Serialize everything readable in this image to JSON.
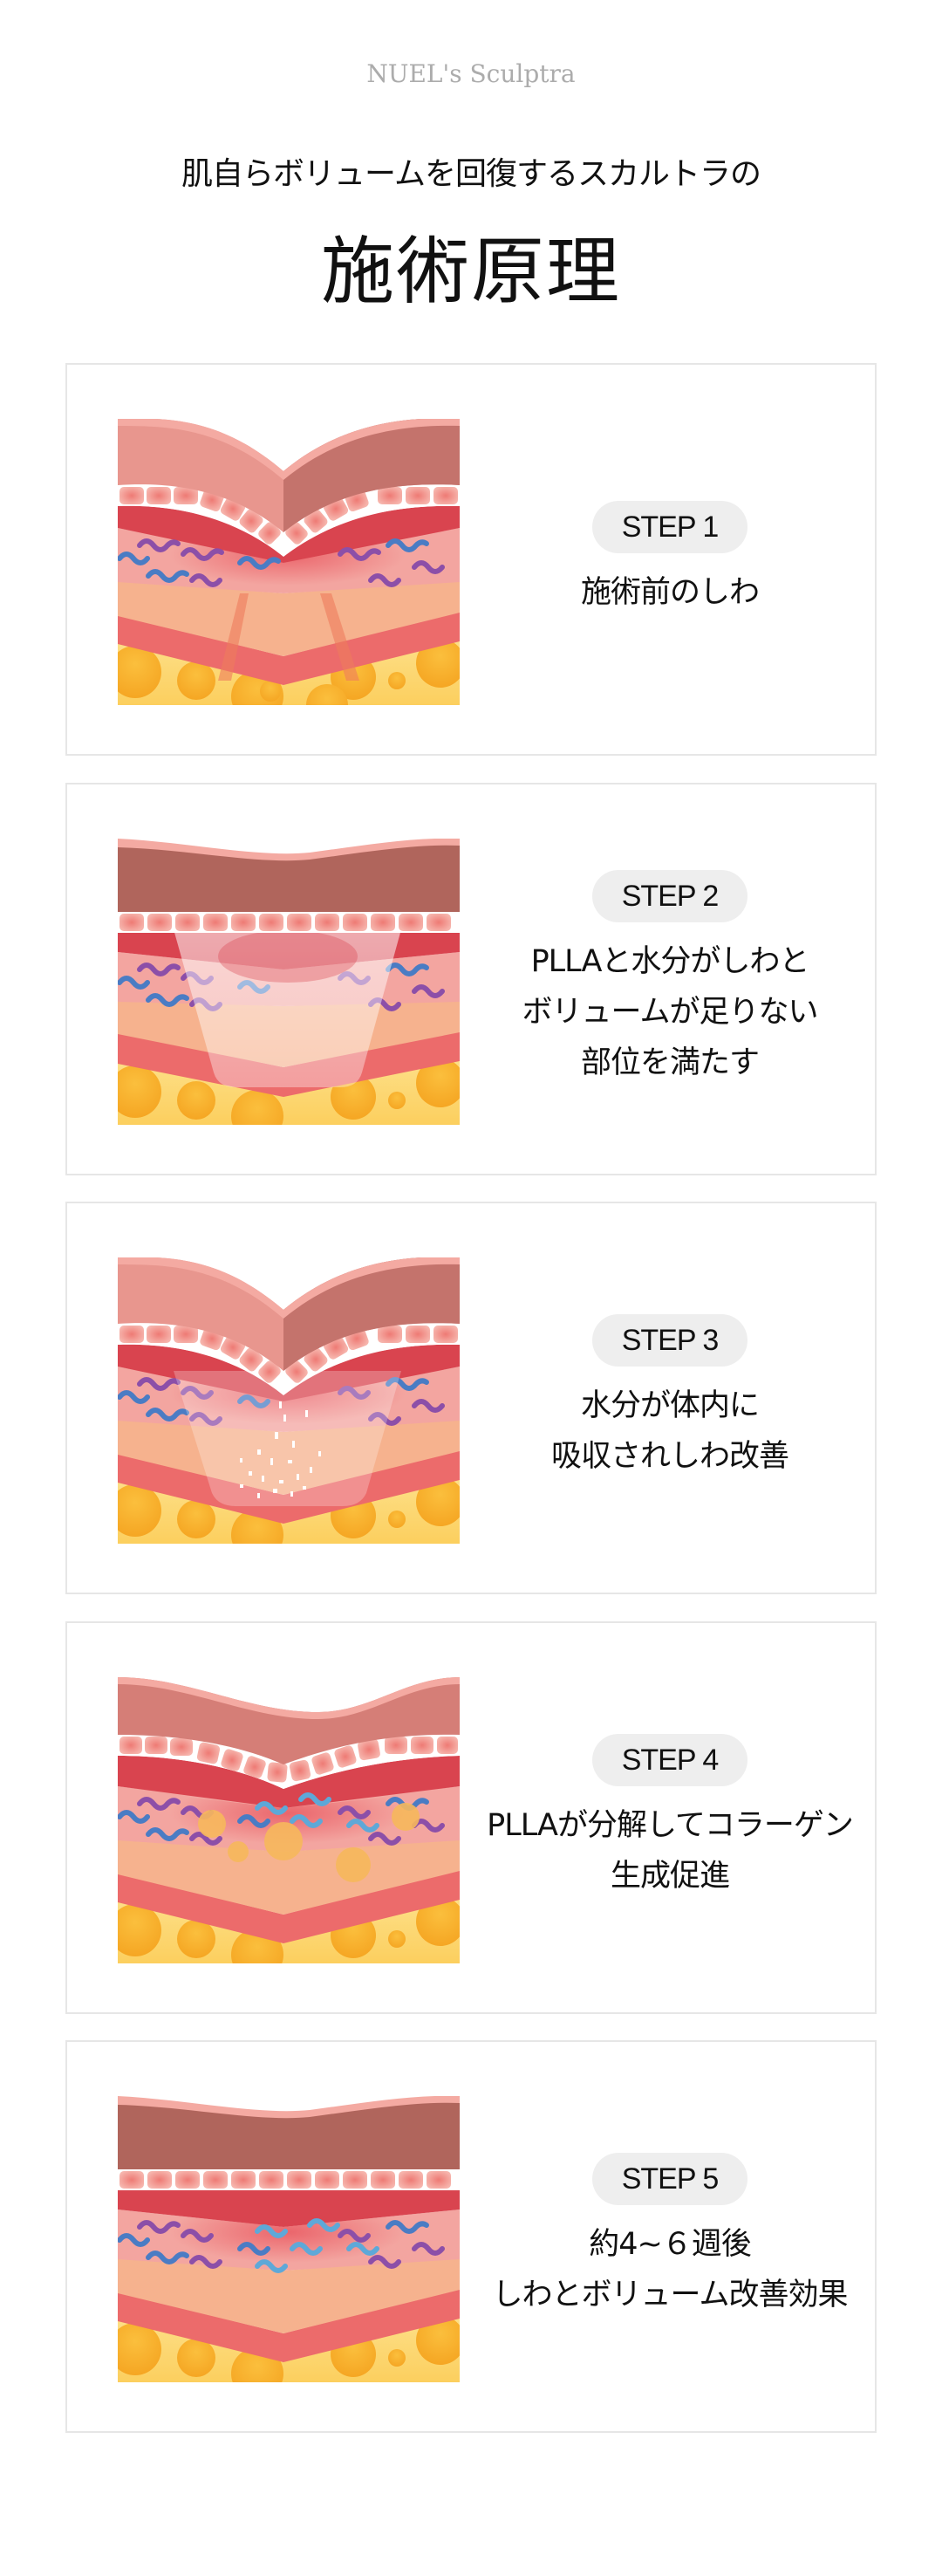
{
  "header": {
    "brand": "NUEL's Sculptra",
    "subtitle": "肌自らボリュームを回復するスカルトラの",
    "title": "施術原理"
  },
  "colors": {
    "card_border": "#e6e6e6",
    "pill_bg": "#eeeeee",
    "brand_text": "#acacac",
    "skin_top": "#e8968e",
    "skin_top_dark": "#c4736c",
    "epidermis_cells": "#f4a8a0",
    "dermis_red": "#d9444f",
    "dermis_pink": "#f3a5a0",
    "subcutis_peach": "#f6b28e",
    "subcutis_band": "#ec6b6b",
    "fat_yellow": "#fcd066",
    "collagen_purple": "#8c4fa8",
    "collagen_blue": "#4a7cc4",
    "collagen_light_blue": "#5ea8d8"
  },
  "steps": [
    {
      "label": "STEP 1",
      "description": "施術前のしわ",
      "illustration": "wrinkle-before-treatment"
    },
    {
      "label": "STEP 2",
      "description": "PLLAと水分がしわと\nボリュームが足りない\n部位を満たす",
      "illustration": "plla-injection-fill"
    },
    {
      "label": "STEP 3",
      "description": "水分が体内に\n吸収されしわ改善",
      "illustration": "water-absorbed"
    },
    {
      "label": "STEP 4",
      "description": "PLLAが分解してコラーゲン\n生成促進",
      "illustration": "collagen-generation"
    },
    {
      "label": "STEP 5",
      "description": "約4~６週後\nしわとボリューム改善効果",
      "illustration": "volume-improved"
    }
  ]
}
